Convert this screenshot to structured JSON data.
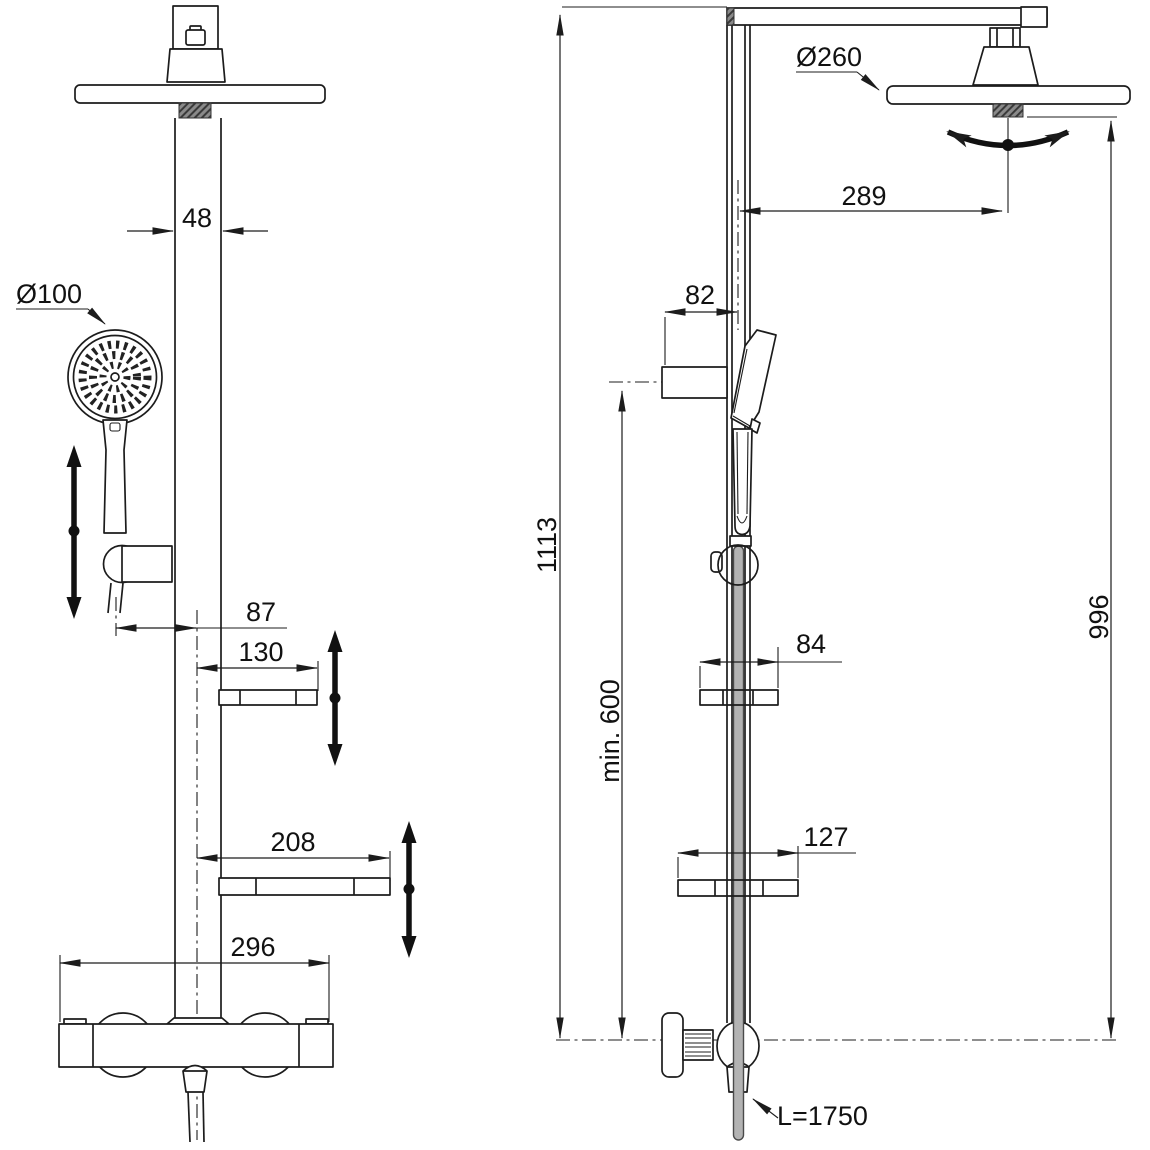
{
  "drawing": {
    "type": "technical-dimension-drawing",
    "subject": "shower system front and side views"
  },
  "front_view": {
    "pipe_width": "48",
    "hand_shower_diameter": "Ø100",
    "hand_shower_offset": "87",
    "upper_shelf_width": "130",
    "lower_shelf_width": "208",
    "mixer_width": "296"
  },
  "side_view": {
    "rain_head_diameter": "Ø260",
    "rain_head_offset": "289",
    "wall_bracket_depth": "82",
    "total_height": "1113",
    "min_mounting_height": "min. 600",
    "rain_head_height": "996",
    "upper_shelf_depth": "84",
    "lower_shelf_depth": "127",
    "hose_length": "L=1750"
  },
  "colors": {
    "line": "#1c1c1c",
    "hose_fill": "#b3b3b3",
    "hatch_fill": "#8a8a8a",
    "background": "#ffffff"
  }
}
